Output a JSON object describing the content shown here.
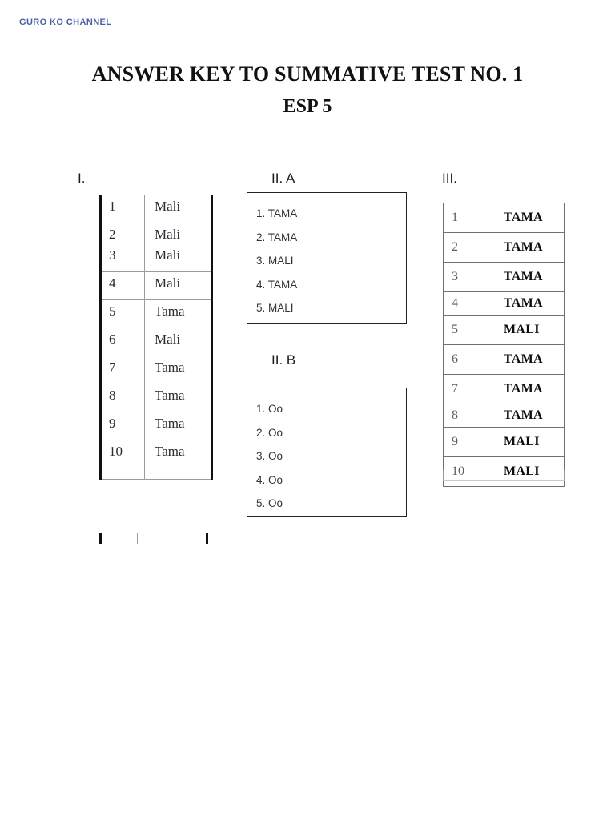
{
  "header": {
    "channel_name": "GURO KO CHANNEL",
    "channel_color": "#4a5fa5"
  },
  "title": {
    "main": "ANSWER KEY TO SUMMATIVE TEST NO. 1",
    "subtitle": "ESP 5"
  },
  "sections": {
    "part1": {
      "label": "I.",
      "rows": [
        {
          "number": "1",
          "answer": "Mali"
        },
        {
          "number": "2",
          "answer": "Mali"
        },
        {
          "number": "3",
          "answer": "Mali"
        },
        {
          "number": "4",
          "answer": "Mali"
        },
        {
          "number": "5",
          "answer": "Tama"
        },
        {
          "number": "6",
          "answer": "Mali"
        },
        {
          "number": "7",
          "answer": "Tama"
        },
        {
          "number": "8",
          "answer": "Tama"
        },
        {
          "number": "9",
          "answer": "Tama"
        },
        {
          "number": "10",
          "answer": "Tama"
        }
      ]
    },
    "part2a": {
      "label": "II. A",
      "items": [
        "1. TAMA",
        "2. TAMA",
        "3. MALI",
        "4. TAMA",
        "5. MALI"
      ]
    },
    "part2b": {
      "label": "II. B",
      "items": [
        "1. Oo",
        "2. Oo",
        "3. Oo",
        "4. Oo",
        "5. Oo"
      ]
    },
    "part3": {
      "label": "III.",
      "rows": [
        {
          "number": "1",
          "answer": "TAMA"
        },
        {
          "number": "2",
          "answer": "TAMA"
        },
        {
          "number": "3",
          "answer": "TAMA"
        },
        {
          "number": "4",
          "answer": "TAMA"
        },
        {
          "number": "5",
          "answer": "MALI"
        },
        {
          "number": "6",
          "answer": "TAMA"
        },
        {
          "number": "7",
          "answer": "TAMA"
        },
        {
          "number": "8",
          "answer": "TAMA"
        },
        {
          "number": "9",
          "answer": "MALI"
        },
        {
          "number": "10",
          "answer": "MALI"
        }
      ]
    }
  }
}
